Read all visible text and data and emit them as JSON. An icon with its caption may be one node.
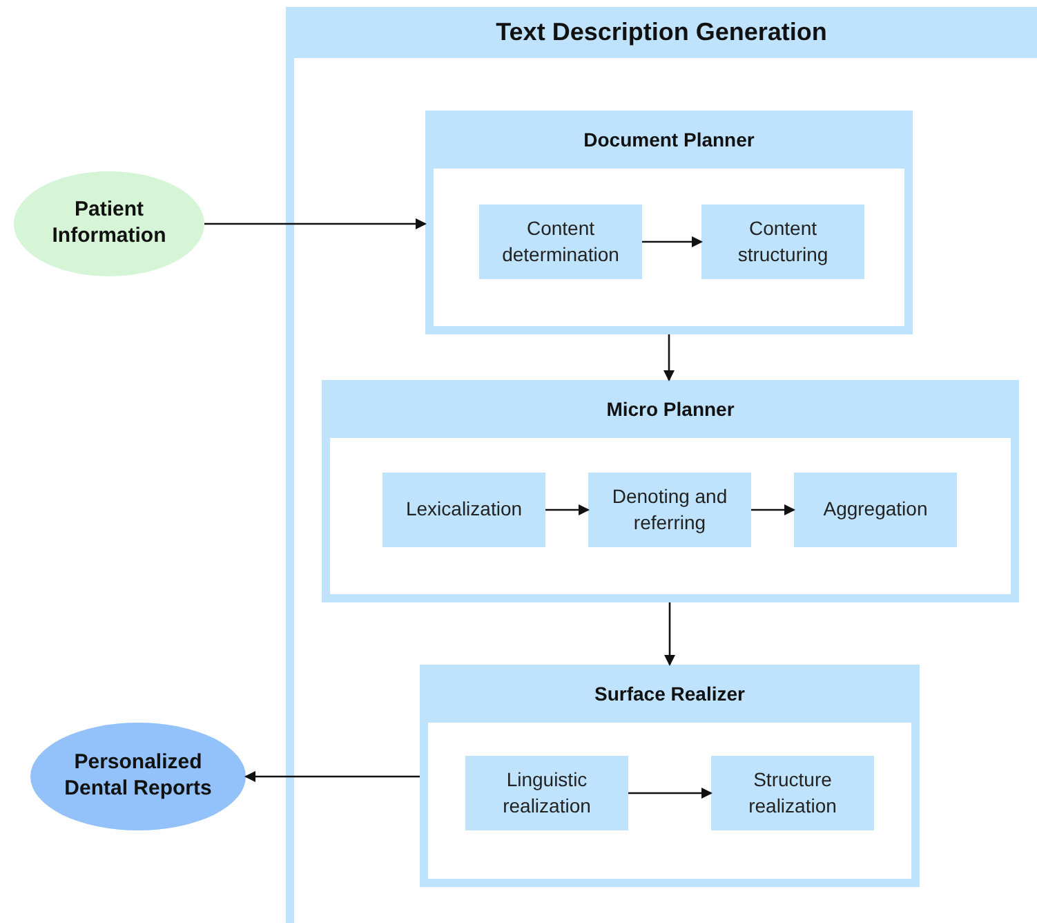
{
  "diagram": {
    "nodes": [
      {
        "text": [
          "Patient Information"
        ]
      },
      {
        "text": [
          "Text Description Generation"
        ]
      },
      {
        "text": [
          "Document Planner"
        ],
        "in": 1
      },
      {
        "text": [
          "Content determination"
        ],
        "in": 2
      },
      {
        "text": [
          "Content structuring"
        ],
        "in": 2
      },
      {
        "text": [
          "Micro Planner"
        ],
        "in": 1
      },
      {
        "text": [
          "Lexicalization"
        ],
        "in": 5
      },
      {
        "text": [
          "Denoting and referring"
        ],
        "in": 5
      },
      {
        "text": [
          "Aggregation"
        ],
        "in": 5
      },
      {
        "text": [
          "Surface Realizer"
        ],
        "in": 1
      },
      {
        "text": [
          "Linguistic realization"
        ],
        "in": 9
      },
      {
        "text": [
          "Structure realization"
        ],
        "in": 9
      },
      {
        "text": [
          "Personalized Dental Reports"
        ]
      }
    ],
    "edges": [
      {
        "from": 0,
        "to": 2,
        "arrow": "to"
      },
      {
        "from": 3,
        "to": 4,
        "arrow": "to"
      },
      {
        "from": 2,
        "to": 5,
        "arrow": "to"
      },
      {
        "from": 6,
        "to": 7,
        "arrow": "to"
      },
      {
        "from": 7,
        "to": 8,
        "arrow": "to"
      },
      {
        "from": 5,
        "to": 9,
        "arrow": "to"
      },
      {
        "from": 10,
        "to": 11,
        "arrow": "to"
      },
      {
        "from": 9,
        "to": 12,
        "arrow": "to"
      }
    ]
  }
}
